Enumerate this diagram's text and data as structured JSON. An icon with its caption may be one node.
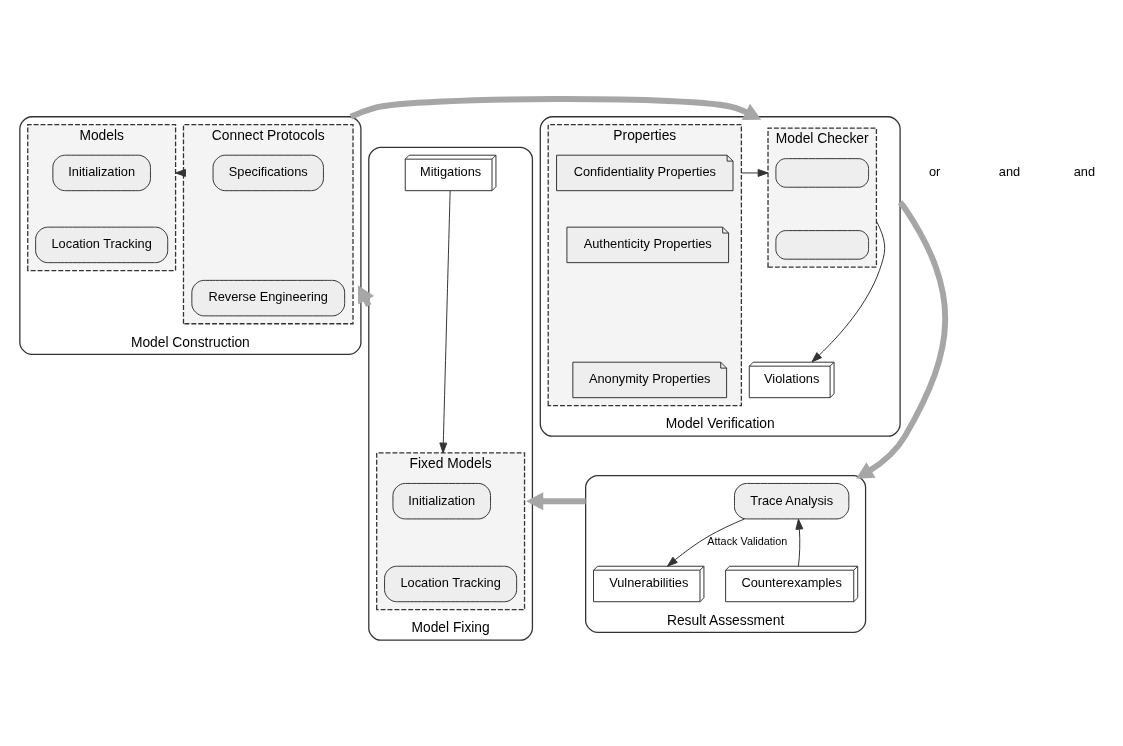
{
  "diagram": {
    "nodes": [
      {
        "text": [
          "Model Construction"
        ]
      },
      {
        "text": [
          "Connect Protocols"
        ],
        "in": 0
      },
      {
        "text": [
          "Specifications"
        ],
        "in": 1
      },
      {
        "text": [
          "Reverse Engineering"
        ],
        "in": 1
      },
      {
        "text": [
          "Models"
        ],
        "in": 0
      },
      {
        "text": [
          "Initialization"
        ],
        "in": 4
      },
      {
        "text": [
          "Location Tracking"
        ],
        "in": 4
      },
      {
        "text": [
          "Model Verification"
        ]
      },
      {
        "text": [
          "Model Checker"
        ],
        "in": 7
      },
      {
        "text": [],
        "shape": "box",
        "in": 8
      },
      {
        "text": [],
        "shape": "box",
        "in": 8
      },
      {
        "text": [
          "Violations"
        ],
        "in": 7
      },
      {
        "text": [
          "Properties"
        ],
        "in": 7
      },
      {
        "text": [
          "Confidentiality Properties"
        ],
        "in": 12
      },
      {
        "text": [
          "Authenticity Properties"
        ],
        "in": 12
      },
      {
        "text": [
          "Anonymity Properties"
        ],
        "in": 12
      },
      {
        "text": [
          "Result Assessment"
        ]
      },
      {
        "text": [
          "Trace Analysis"
        ],
        "in": 16
      },
      {
        "text": [
          "Counterexamples"
        ],
        "in": 16
      },
      {
        "text": [
          "Vulnerabilities"
        ],
        "in": 16
      },
      {
        "text": [
          "Model Fixing"
        ]
      },
      {
        "text": [
          "Fixed Models"
        ],
        "in": 20
      },
      {
        "text": [
          "Initialization"
        ],
        "in": 21
      },
      {
        "text": [
          "Location Tracking"
        ],
        "in": 21
      },
      {
        "text": [
          "Mitigations"
        ],
        "in": 20
      }
    ],
    "edges": [
      {
        "from": 1,
        "to": 4,
        "arrow": "to"
      },
      {
        "from": 0,
        "to": 7,
        "arrow": "to",
        "style": "thick",
        "color": "#a6a6a6"
      },
      {
        "from": 12,
        "to": 8,
        "arrow": "to"
      },
      {
        "from": 8,
        "to": 11,
        "arrow": "to"
      },
      {
        "from": 7,
        "to": 16,
        "arrow": "to",
        "style": "thick",
        "color": "#a6a6a6"
      },
      {
        "from": 18,
        "to": 17,
        "arrow": "to"
      },
      {
        "from": 17,
        "to": 19,
        "arrow": "to",
        "label": "Attack Validation"
      },
      {
        "from": 16,
        "to": 20,
        "arrow": "to",
        "style": "thick",
        "color": "#a6a6a6"
      },
      {
        "from": 24,
        "to": 21,
        "arrow": "to"
      },
      {
        "from": 20,
        "to": 0,
        "arrow": "to",
        "style": "thick",
        "color": "#a6a6a6"
      }
    ],
    "labels": [
      "or",
      "and",
      "and"
    ]
  }
}
